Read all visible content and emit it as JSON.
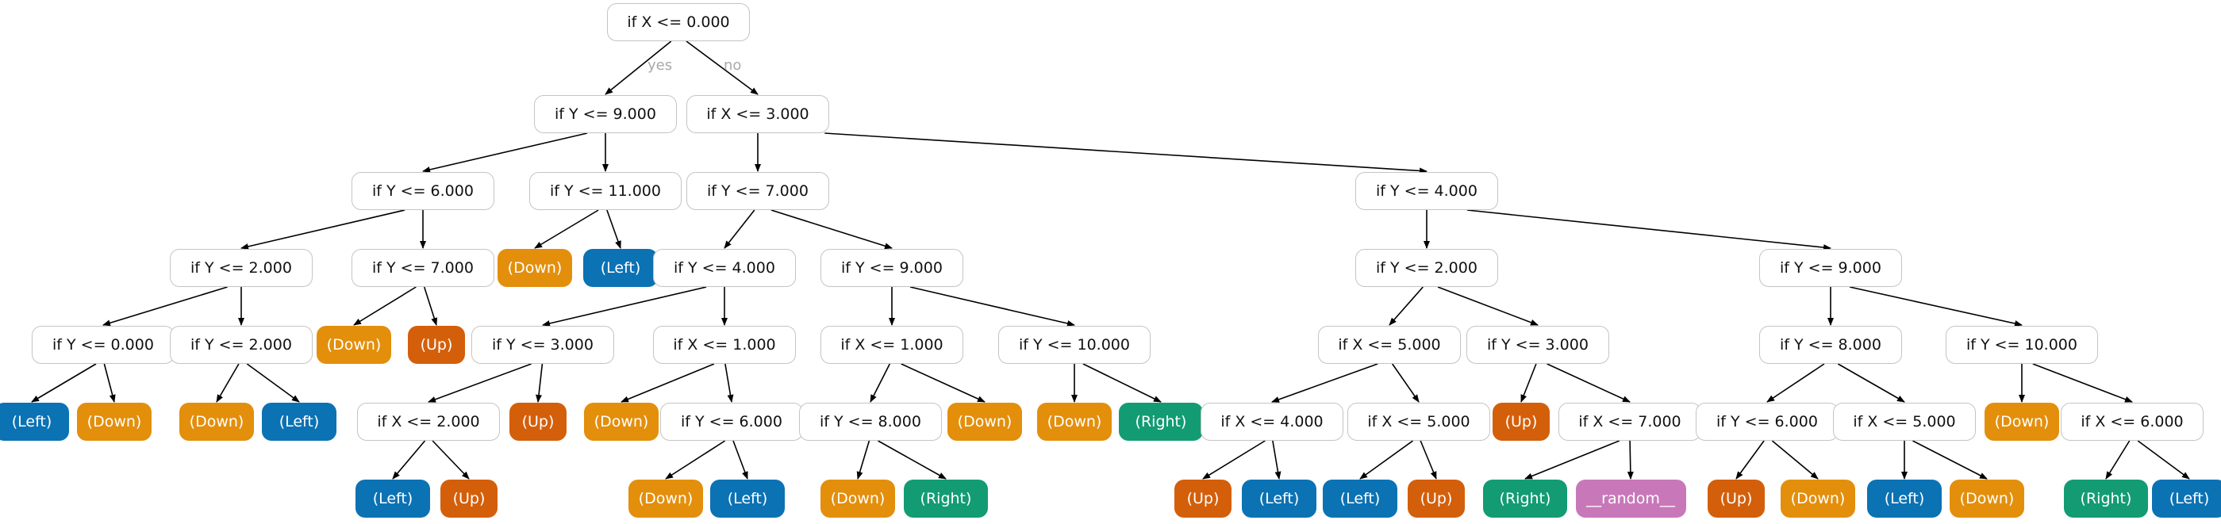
{
  "colors": {
    "Left": "#0b72b4",
    "Down": "#e38f0c",
    "Up": "#d45f0a",
    "Right": "#139c73",
    "__random__": "#c878b9"
  },
  "edge_labels": {
    "yes": "yes",
    "no": "no"
  },
  "tree": {
    "label": "if X <= 0.000",
    "children": [
      {
        "label": "if Y <= 9.000",
        "children": [
          {
            "label": "if Y <= 6.000",
            "children": [
              {
                "label": "if Y <= 2.000",
                "children": [
                  {
                    "label": "if Y <= 0.000",
                    "children": [
                      {
                        "leaf": "Left",
                        "label": "(Left)"
                      },
                      {
                        "leaf": "Down",
                        "label": "(Down)"
                      }
                    ]
                  },
                  {
                    "label": "if Y <= 2.000",
                    "children": [
                      {
                        "leaf": "Down",
                        "label": "(Down)"
                      },
                      {
                        "leaf": "Left",
                        "label": "(Left)"
                      }
                    ]
                  }
                ]
              },
              {
                "label": "if Y <= 7.000",
                "children": [
                  {
                    "leaf": "Down",
                    "label": "(Down)"
                  },
                  {
                    "leaf": "Up",
                    "label": "(Up)"
                  }
                ]
              }
            ]
          },
          {
            "label": "if Y <= 11.000",
            "children": [
              {
                "leaf": "Down",
                "label": "(Down)"
              },
              {
                "leaf": "Left",
                "label": "(Left)"
              }
            ]
          }
        ]
      },
      {
        "label": "if X <= 3.000",
        "children": [
          {
            "label": "if Y <= 7.000",
            "children": [
              {
                "label": "if Y <= 4.000",
                "children": [
                  {
                    "label": "if Y <= 3.000",
                    "children": [
                      {
                        "label": "if X <= 2.000",
                        "children": [
                          {
                            "leaf": "Left",
                            "label": "(Left)"
                          },
                          {
                            "leaf": "Up",
                            "label": "(Up)"
                          }
                        ]
                      },
                      {
                        "leaf": "Up",
                        "label": "(Up)"
                      }
                    ]
                  },
                  {
                    "label": "if X <= 1.000",
                    "children": [
                      {
                        "leaf": "Down",
                        "label": "(Down)"
                      },
                      {
                        "label": "if Y <= 6.000",
                        "children": [
                          {
                            "leaf": "Down",
                            "label": "(Down)"
                          },
                          {
                            "leaf": "Left",
                            "label": "(Left)"
                          }
                        ]
                      }
                    ]
                  }
                ]
              },
              {
                "label": "if Y <= 9.000",
                "children": [
                  {
                    "label": "if X <= 1.000",
                    "children": [
                      {
                        "label": "if Y <= 8.000",
                        "children": [
                          {
                            "leaf": "Down",
                            "label": "(Down)"
                          },
                          {
                            "leaf": "Right",
                            "label": "(Right)"
                          }
                        ]
                      },
                      {
                        "leaf": "Down",
                        "label": "(Down)"
                      }
                    ]
                  },
                  {
                    "label": "if Y <= 10.000",
                    "children": [
                      {
                        "leaf": "Down",
                        "label": "(Down)"
                      },
                      {
                        "leaf": "Right",
                        "label": "(Right)"
                      }
                    ]
                  }
                ]
              }
            ]
          },
          {
            "label": "if Y <= 4.000",
            "children": [
              {
                "label": "if Y <= 2.000",
                "children": [
                  {
                    "label": "if X <= 5.000",
                    "children": [
                      {
                        "label": "if X <= 4.000",
                        "children": [
                          {
                            "leaf": "Up",
                            "label": "(Up)"
                          },
                          {
                            "leaf": "Left",
                            "label": "(Left)"
                          }
                        ]
                      },
                      {
                        "label": "if X <= 5.000",
                        "children": [
                          {
                            "leaf": "Left",
                            "label": "(Left)"
                          },
                          {
                            "leaf": "Up",
                            "label": "(Up)"
                          }
                        ]
                      }
                    ]
                  },
                  {
                    "label": "if Y <= 3.000",
                    "children": [
                      {
                        "leaf": "Up",
                        "label": "(Up)"
                      },
                      {
                        "label": "if X <= 7.000",
                        "children": [
                          {
                            "leaf": "Right",
                            "label": "(Right)"
                          },
                          {
                            "leaf": "__random__",
                            "label": "__random__"
                          }
                        ]
                      }
                    ]
                  }
                ]
              },
              {
                "label": "if Y <= 9.000",
                "children": [
                  {
                    "label": "if Y <= 8.000",
                    "children": [
                      {
                        "label": "if Y <= 6.000",
                        "children": [
                          {
                            "leaf": "Up",
                            "label": "(Up)"
                          },
                          {
                            "leaf": "Down",
                            "label": "(Down)"
                          }
                        ]
                      },
                      {
                        "label": "if X <= 5.000",
                        "children": [
                          {
                            "leaf": "Left",
                            "label": "(Left)"
                          },
                          {
                            "leaf": "Down",
                            "label": "(Down)"
                          }
                        ]
                      }
                    ]
                  },
                  {
                    "label": "if Y <= 10.000",
                    "children": [
                      {
                        "leaf": "Down",
                        "label": "(Down)"
                      },
                      {
                        "label": "if X <= 6.000",
                        "children": [
                          {
                            "leaf": "Right",
                            "label": "(Right)"
                          },
                          {
                            "leaf": "Left",
                            "label": "(Left)"
                          }
                        ]
                      }
                    ]
                  }
                ]
              }
            ]
          }
        ]
      }
    ]
  }
}
